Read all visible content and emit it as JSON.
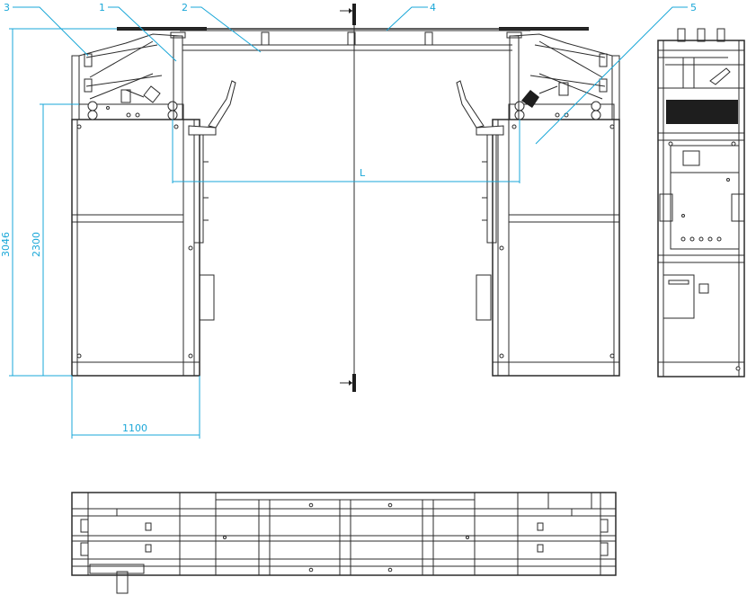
{
  "colors": {
    "line": "#2b2b2b",
    "dimension": "#1aa7d8",
    "background": "#ffffff"
  },
  "callouts": {
    "c1": "1",
    "c2": "2",
    "c3": "3",
    "c4": "4",
    "c5": "5"
  },
  "dimensions": {
    "overall_height": "3046",
    "cabinet_height": "2300",
    "cabinet_width": "1100",
    "span": "L"
  }
}
